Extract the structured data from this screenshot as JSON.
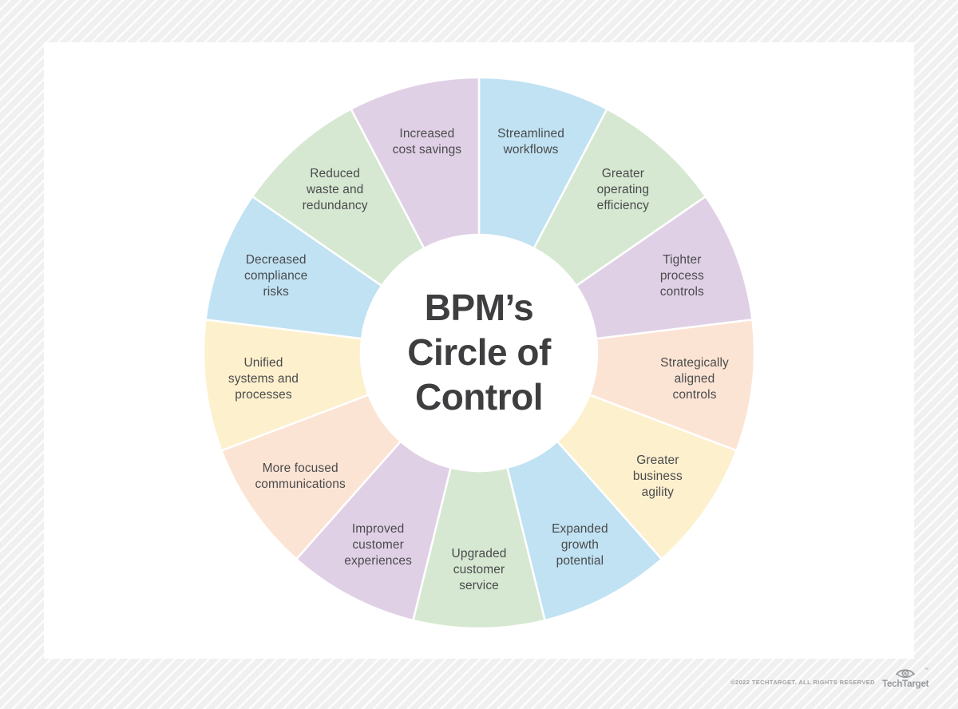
{
  "page": {
    "background_stripe_color": "#f0f0f1",
    "card_color": "#ffffff"
  },
  "chart_data": {
    "type": "pie",
    "title": "BPM’s Circle of Control",
    "title_lines": "BPM’s\nCircle of\nControl",
    "title_color": "#3e3e40",
    "label_color": "#4a4b4d",
    "layout": {
      "size": 700,
      "outer_radius": 345,
      "inner_radius": 148,
      "label_radius": 272,
      "start_angle_deg": 0,
      "direction": "clockwise",
      "segment_border_color": "#ffffff",
      "segment_border_width": 2.5
    },
    "palette": {
      "blue": "#c0e2f3",
      "green": "#d6e8d1",
      "purple": "#e0d0e6",
      "peach": "#fce4d4",
      "yellow": "#fdf0cd"
    },
    "segments": [
      {
        "label": "Streamlined workflows",
        "lines": "Streamlined\nworkflows",
        "color": "#c0e2f3"
      },
      {
        "label": "Greater operating efficiency",
        "lines": "Greater\noperating\nefficiency",
        "color": "#d6e8d1"
      },
      {
        "label": "Tighter process controls",
        "lines": "Tighter\nprocess\ncontrols",
        "color": "#e0d0e6"
      },
      {
        "label": "Strategically aligned controls",
        "lines": "Strategically\naligned\ncontrols",
        "color": "#fce4d4"
      },
      {
        "label": "Greater business agility",
        "lines": "Greater\nbusiness\nagility",
        "color": "#fdf0cd"
      },
      {
        "label": "Expanded growth potential",
        "lines": "Expanded\ngrowth\npotential",
        "color": "#c0e2f3"
      },
      {
        "label": "Upgraded customer service",
        "lines": "Upgraded\ncustomer\nservice",
        "color": "#d6e8d1"
      },
      {
        "label": "Improved customer experiences",
        "lines": "Improved\ncustomer\nexperiences",
        "color": "#e0d0e6"
      },
      {
        "label": "More focused communications",
        "lines": "More focused\ncommunications",
        "color": "#fce4d4"
      },
      {
        "label": "Unified systems and processes",
        "lines": "Unified\nsystems and\nprocesses",
        "color": "#fdf0cd"
      },
      {
        "label": "Decreased compliance risks",
        "lines": "Decreased\ncompliance\nrisks",
        "color": "#c0e2f3"
      },
      {
        "label": "Reduced waste and redundancy",
        "lines": "Reduced\nwaste and\nredundancy",
        "color": "#d6e8d1"
      },
      {
        "label": "Increased cost savings",
        "lines": "Increased\ncost savings",
        "color": "#e0d0e6"
      }
    ]
  },
  "footer": {
    "copyright": "©2022 TECHTARGET. ALL RIGHTS RESERVED",
    "brand": "TechTarget",
    "trademark": "™",
    "logo_color": "#95979a"
  }
}
